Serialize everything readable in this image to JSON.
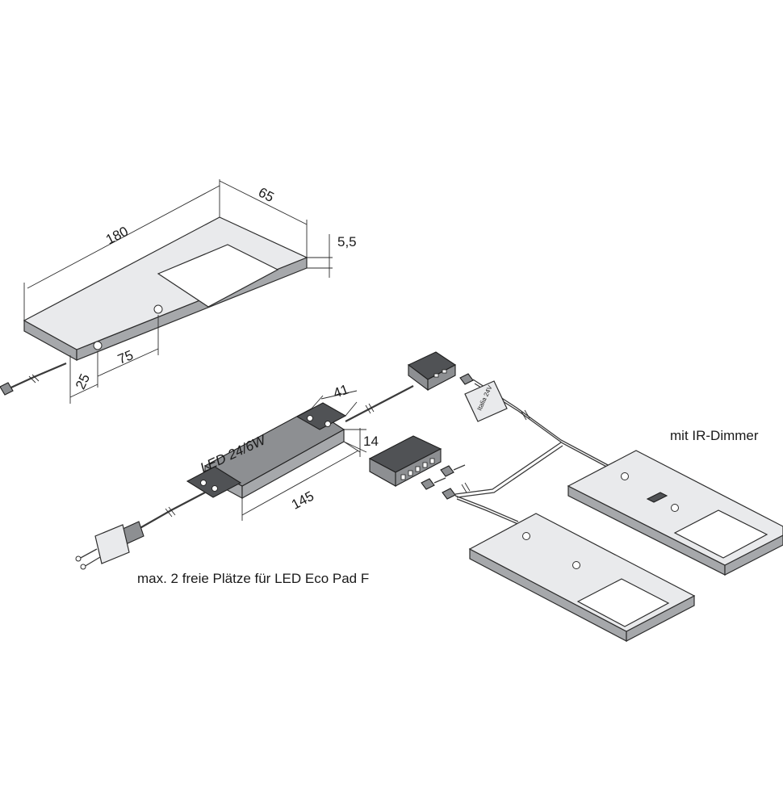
{
  "dimensions": {
    "length": "180",
    "width": "65",
    "height": "5,5",
    "offset_75": "75",
    "offset_25": "25",
    "driver_width": "41",
    "driver_height": "14",
    "driver_length": "145"
  },
  "labels": {
    "driver": "LED 24/6W",
    "ir_dimmer": "mit IR-Dimmer",
    "note": "max. 2 freie Plätze für LED Eco Pad F",
    "tag": "Italia 24V"
  },
  "colors": {
    "panel_face": "#e9eaec",
    "panel_edge": "#a6a8ab",
    "device_dark": "#505255",
    "line": "#2c2c2c"
  }
}
